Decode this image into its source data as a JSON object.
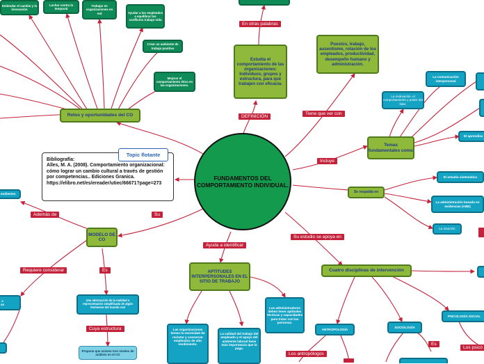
{
  "center": "FUNDAMENTOS DEL COMPORTAMIENTO INDIVIDUAL.",
  "floating_topic": {
    "label": "Topic flotante",
    "text": "Bibliografía:\nAlles, M. A. (2008). Comportamiento organizacional: cómo lograr un cambio cultural a través de gestión por competencias.. Ediciones Granica. https://elibro.net/es/ereader/utiec/66671?page=273"
  },
  "main_topics": {
    "retos": "Retos y oportunidades del CO",
    "estudia": "Estudia el comportamiento de las organizaciones: Individuos, grupos y estructura, para que trabajen con eficacia.",
    "puestos": "Puestos, trabajo, ausentismo, rotación de los empleados, productividad, desempeño humano y administración.",
    "temas": "Temas fundamentales como",
    "modelo": "MODELO DE CO",
    "aptitudes": "APTITUDES INTERPERSONALES EN EL SITIO DE TRABAJO",
    "cuatro": "Cuatro disciplinas de intervención",
    "se_respalda": "Se respalda en"
  },
  "connectors": {
    "definicion": "DEFINICIÓN",
    "otras_palabras": "En otras palabras",
    "tiene_que_ver": "Tiene que ver con",
    "incluye": "Incluye",
    "su": "Su",
    "ademas": "Además de",
    "requiere": "Requiere considerar",
    "es": "Es",
    "cuya": "Cuya estructura",
    "ayuda": "Ayuda a identificar",
    "estudio": "Su estudio se apoya en",
    "antropologos": "Los antropólogos",
    "es2": "Es",
    "psico": "Los psicó"
  },
  "leaves": {
    "estimular": "Estimular el cambio y la innovación",
    "luchar": "Luchar contra la temporal",
    "trabajar": "Trabajar en organizaciones en red",
    "ayudar": "Ayudar a los empleados a equilibrar los conflictos trabajo-vida",
    "crear": "Crear un ambiente de trabajo positivo",
    "mejorar": "Mejorar el comportamiento ético en las organizaciones.",
    "motivacion": "La motivación, el comportamiento y poder del líder.",
    "comunicacion": "La comunicación interpersonal",
    "aprendizaje": "El aprendiza",
    "estudio_sist": "El estudio sistemático",
    "administracion": "La administración basada en evidencias (ABE)",
    "intuicion": "La intuición",
    "abstraccion": "Una abstracción de la realidad o representación simplificada de algún fenómeno del mundo real",
    "propone": "Propone que existen tres niveles de análisis en el CO",
    "administradores": "Los administradores deben tener aptitudes técnicas y capacidades para tratar con las personas.",
    "organizaciones": "Las organizaciones tienen la necesidad de reclutar y conservar empleados de alto rendimiento.",
    "calidad": "La calidad del trabajo del empleado y el apoyo del ambiente laboral tiene más importancia que la paga.",
    "antropologia": "ANTROPOLOGÍA",
    "sociologia": "SOCIOLOGÍA",
    "psicologia": "PSICOLOGÍA SOCIAL",
    "pendientes": "endientes",
    "s_as": "s\nas"
  }
}
